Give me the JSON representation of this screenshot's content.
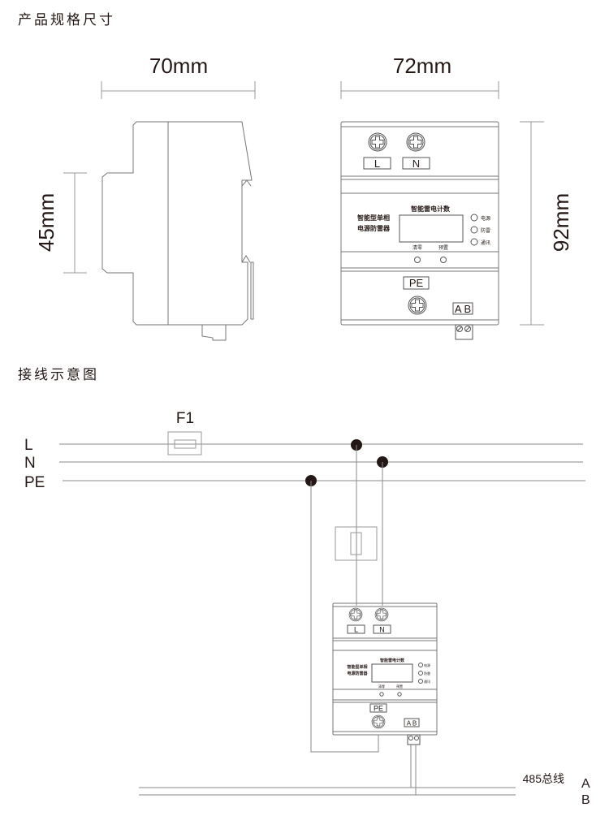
{
  "sections": {
    "dimensions_title": "产品规格尺寸",
    "wiring_title": "接线示意图"
  },
  "dimensions": {
    "side_width": "70mm",
    "front_width": "72mm",
    "rail_height": "45mm",
    "front_height": "92mm"
  },
  "device": {
    "terminal_l": "L",
    "terminal_n": "N",
    "terminal_pe": "PE",
    "terminal_ab": "A B",
    "name_line1": "智能型单相",
    "name_line2": "电源防雷器",
    "counter_title": "智能雷电计数",
    "indicators": [
      "电源",
      "防雷",
      "通讯"
    ],
    "buttons": [
      "清零",
      "预置"
    ]
  },
  "wiring": {
    "fuse_label": "F1",
    "lines": [
      "L",
      "N",
      "PE"
    ],
    "bus_label": "485总线",
    "bus_lines": [
      "A",
      "B"
    ]
  }
}
